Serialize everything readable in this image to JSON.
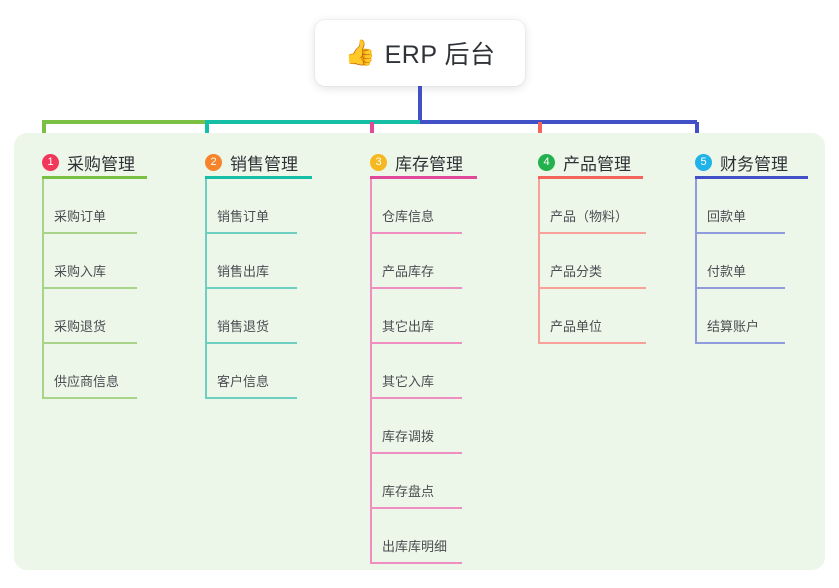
{
  "root": {
    "emoji": "👍",
    "emoji_name": "thumbs-up-icon",
    "title": "ERP 后台"
  },
  "colors": {
    "panel_bg": "#edf7e9",
    "page_bg": "#ffffff",
    "root_stem": "#4250c8",
    "bar_green": "#7ac143",
    "bar_teal": "#15bfa6",
    "bar_blue": "#4250c8"
  },
  "branches": [
    {
      "number": "1",
      "label": "采购管理",
      "badge_color": "#f2385a",
      "line_color": "#7ac143",
      "leaf_color": "#a8d48a",
      "items": [
        "采购订单",
        "采购入库",
        "采购退货",
        "供应商信息"
      ]
    },
    {
      "number": "2",
      "label": "销售管理",
      "badge_color": "#f5842a",
      "line_color": "#15bfa6",
      "leaf_color": "#6ecfc0",
      "items": [
        "销售订单",
        "销售出库",
        "销售退货",
        "客户信息"
      ]
    },
    {
      "number": "3",
      "label": "库存管理",
      "badge_color": "#f5b820",
      "line_color": "#e0499a",
      "leaf_color": "#ef8ec0",
      "items": [
        "仓库信息",
        "产品库存",
        "其它出库",
        "其它入库",
        "库存调拨",
        "库存盘点",
        "出库库明细"
      ]
    },
    {
      "number": "4",
      "label": "产品管理",
      "badge_color": "#22b14c",
      "line_color": "#f4635c",
      "leaf_color": "#f8a19b",
      "items": [
        "产品（物料）",
        "产品分类",
        "产品单位"
      ]
    },
    {
      "number": "5",
      "label": "财务管理",
      "badge_color": "#21b2e8",
      "line_color": "#4250c8",
      "leaf_color": "#8f9bdd",
      "items": [
        "回款单",
        "付款单",
        "结算账户"
      ]
    }
  ]
}
